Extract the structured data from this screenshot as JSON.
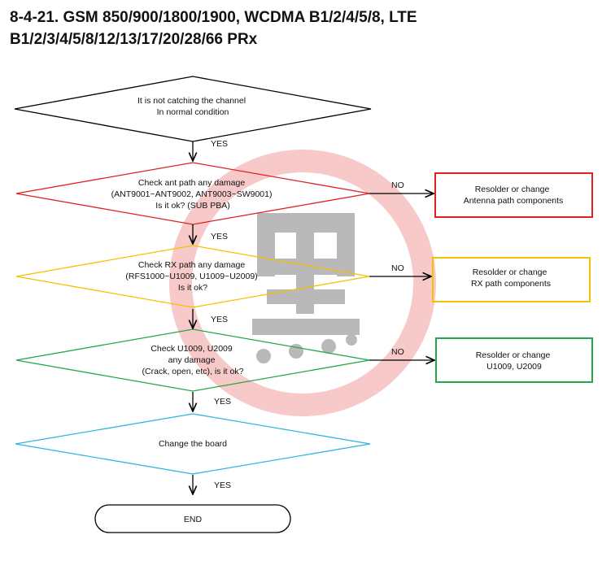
{
  "title": {
    "line1": "8-4-21. GSM 850/900/1800/1900, WCDMA B1/2/4/5/8, LTE",
    "line2": "B1/2/3/4/5/8/12/13/17/20/28/66 PRx"
  },
  "colors": {
    "start": "#000000",
    "ant": "#e02020",
    "rx": "#f2c200",
    "u1009": "#22a84a",
    "board": "#30b4e0",
    "end": "#000000",
    "watermark_ring": "#e85a5a",
    "watermark_seal": "#555555"
  },
  "nodes": {
    "start": {
      "lines": [
        "It is not catching the channel",
        "In normal condition"
      ]
    },
    "ant_check": {
      "lines": [
        "Check ant path any damage",
        "(ANT9001~ANT9002, ANT9003~SW9001)",
        "Is it ok? (SUB PBA)"
      ]
    },
    "rx_check": {
      "lines": [
        "Check RX path any damage",
        "(RFS1000~U1009, U1009~U2009)",
        "Is it ok?"
      ]
    },
    "u1009_check": {
      "lines": [
        "Check U1009, U2009",
        "any damage",
        "(Crack, open, etc), is it ok?"
      ]
    },
    "board": {
      "lines": [
        "Change the board"
      ]
    },
    "end": {
      "lines": [
        "END"
      ]
    },
    "ant_fix": {
      "lines": [
        "Resolder or change",
        "Antenna path components"
      ]
    },
    "rx_fix": {
      "lines": [
        "Resolder or change",
        "RX path components"
      ]
    },
    "u1009_fix": {
      "lines": [
        "Resolder or change",
        "U1009, U2009"
      ]
    }
  },
  "connectors": {
    "yes1": "YES",
    "yes2": "YES",
    "yes3": "YES",
    "yes4": "YES",
    "yes5": "YES",
    "no1": "NO",
    "no2": "NO",
    "no3": "NO"
  }
}
